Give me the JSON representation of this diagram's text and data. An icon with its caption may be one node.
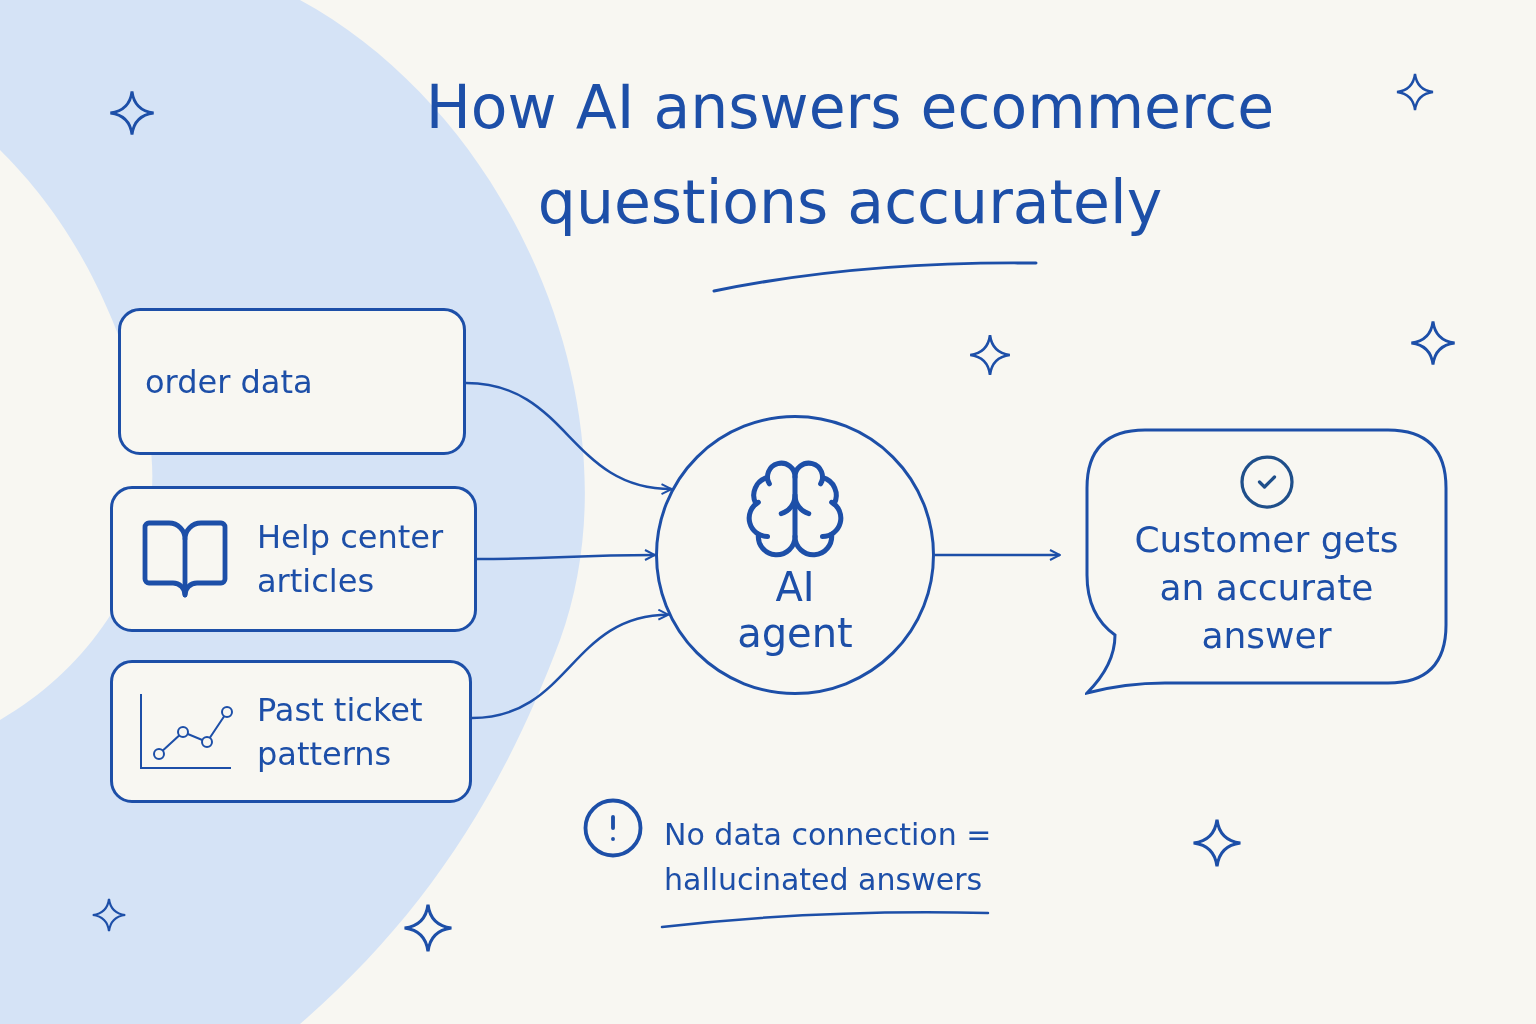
{
  "diagram": {
    "title": "How AI answers ecommerce questions accurately",
    "nodes": [
      {
        "text": [
          "order data"
        ]
      },
      {
        "text": [
          "Help center articles"
        ]
      },
      {
        "text": [
          "Past ticket patterns"
        ]
      },
      {
        "text": [
          "AI agent"
        ]
      },
      {
        "text": [
          "Customer gets an accurate answer"
        ]
      }
    ],
    "edges": [
      {
        "from": 0,
        "to": 3,
        "arrow": "to"
      },
      {
        "from": 1,
        "to": 3,
        "arrow": "to"
      },
      {
        "from": 2,
        "to": 3,
        "arrow": "to"
      },
      {
        "from": 3,
        "to": 4,
        "arrow": "to"
      }
    ],
    "labels": [
      "No data connection = hallucinated answers"
    ]
  }
}
